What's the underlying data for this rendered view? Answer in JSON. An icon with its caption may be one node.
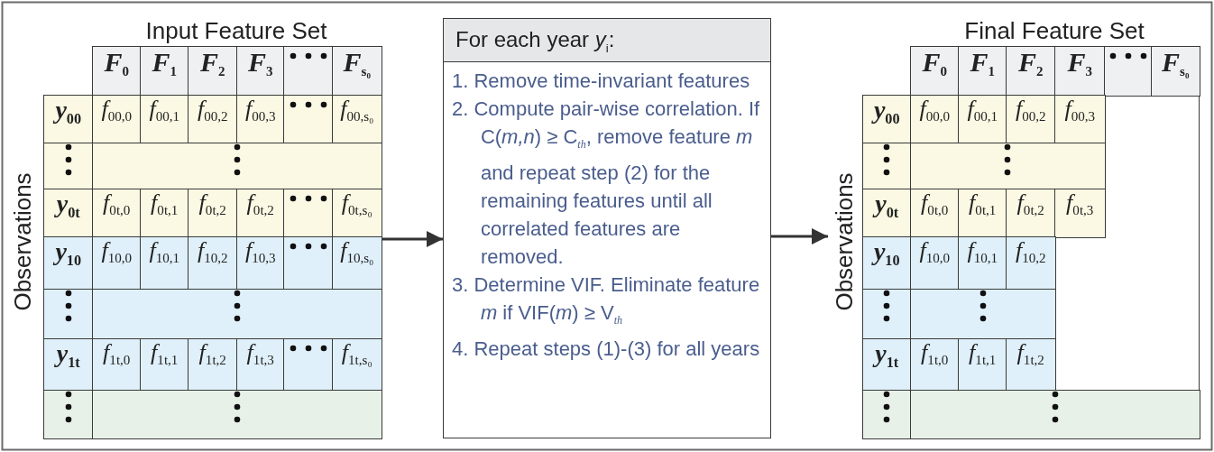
{
  "diagram": {
    "nodes": [
      {
        "text": [
          "Input Feature Set"
        ]
      },
      {
        "text": [
          "For each year *y*$_{i}$:",
          "1. Remove time-invariant features",
          "2. Compute pair-wise correlation. If C(*m,n*) ≥ C$_{th}$, remove feature *m* and repeat step (2) for the remaining features until all correlated features are removed.",
          "3. Determine VIF. Eliminate feature *m* if VIF(*m*) ≥ V$_{th}$",
          "4. Repeat steps (1)-(3) for all years"
        ]
      },
      {
        "text": [
          "Final Feature Set"
        ]
      }
    ],
    "edges": [
      {
        "from": 0,
        "to": 1,
        "arrow": "to"
      },
      {
        "from": 1,
        "to": 2,
        "arrow": "to"
      }
    ],
    "labels": [
      "Observations",
      "*F*$_{0}$",
      "*F*$_{1}$",
      "*F*$_{2}$",
      "*F*$_{3}$",
      "*F*$_{s₀}$",
      "*y*$_{00}$",
      "*f*$_{00,0}$",
      "*f*$_{00,1}$",
      "*f*$_{00,2}$",
      "*f*$_{00,3}$",
      "*f*$_{00,s₀}$",
      "*y*$_{0t}$",
      "*f*$_{0t,0}$",
      "*f*$_{0t,1}$",
      "*f*$_{0t,2}$",
      "*f*$_{0t,2}$",
      "*f*$_{0t,s₀}$",
      "*y*$_{10}$",
      "*f*$_{10,0}$",
      "*f*$_{10,1}$",
      "*f*$_{10,2}$",
      "*f*$_{10,3}$",
      "*f*$_{10,s₀}$",
      "*y*$_{1t}$",
      "*f*$_{1t,0}$",
      "*f*$_{1t,1}$",
      "*f*$_{1t,2}$",
      "*f*$_{1t,3}$",
      "*f*$_{1t,s₀}$",
      "Observations",
      "*F*$_{0}$",
      "*F*$_{1}$",
      "*F*$_{2}$",
      "*F*$_{3}$",
      "*F*$_{s₀}$",
      "*y*$_{00}$",
      "*f*$_{00,0}$",
      "*f*$_{00,1}$",
      "*f*$_{00,2}$",
      "*f*$_{00,3}$",
      "*y*$_{0t}$",
      "*f*$_{0t,0}$",
      "*f*$_{0t,1}$",
      "*f*$_{0t,2}$",
      "*f*$_{0t,3}$",
      "*y*$_{10}$",
      "*f*$_{10,0}$",
      "*f*$_{10,1}$",
      "*f*$_{10,2}$",
      "*y*$_{1t}$",
      "*f*$_{1t,0}$",
      "*f*$_{1t,1}$",
      "*f*$_{1t,2}$"
    ]
  }
}
